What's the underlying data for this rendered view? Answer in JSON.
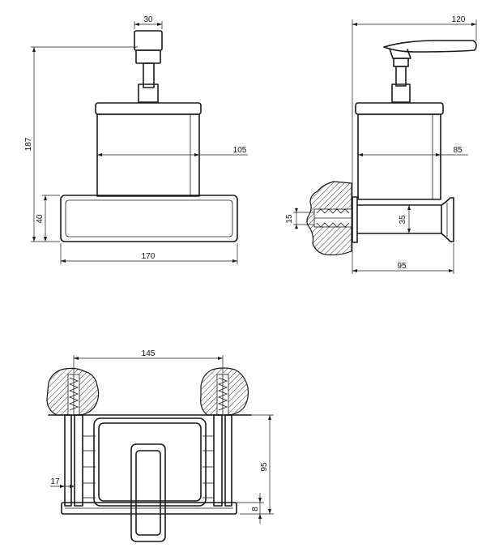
{
  "front_view": {
    "nozzle_width": "30",
    "total_height": "187",
    "container_width": "105",
    "base_height": "40",
    "base_width": "170"
  },
  "side_view": {
    "pump_depth": "120",
    "container_depth": "85",
    "bracket_height": "35",
    "fixing_height": "15",
    "wall_depth": "95"
  },
  "top_view": {
    "fixing_spacing": "145",
    "rail_offset": "17",
    "projection": "95",
    "base_thickness": "8"
  },
  "colors": {
    "line": "#1a1a1a",
    "background": "#ffffff"
  }
}
